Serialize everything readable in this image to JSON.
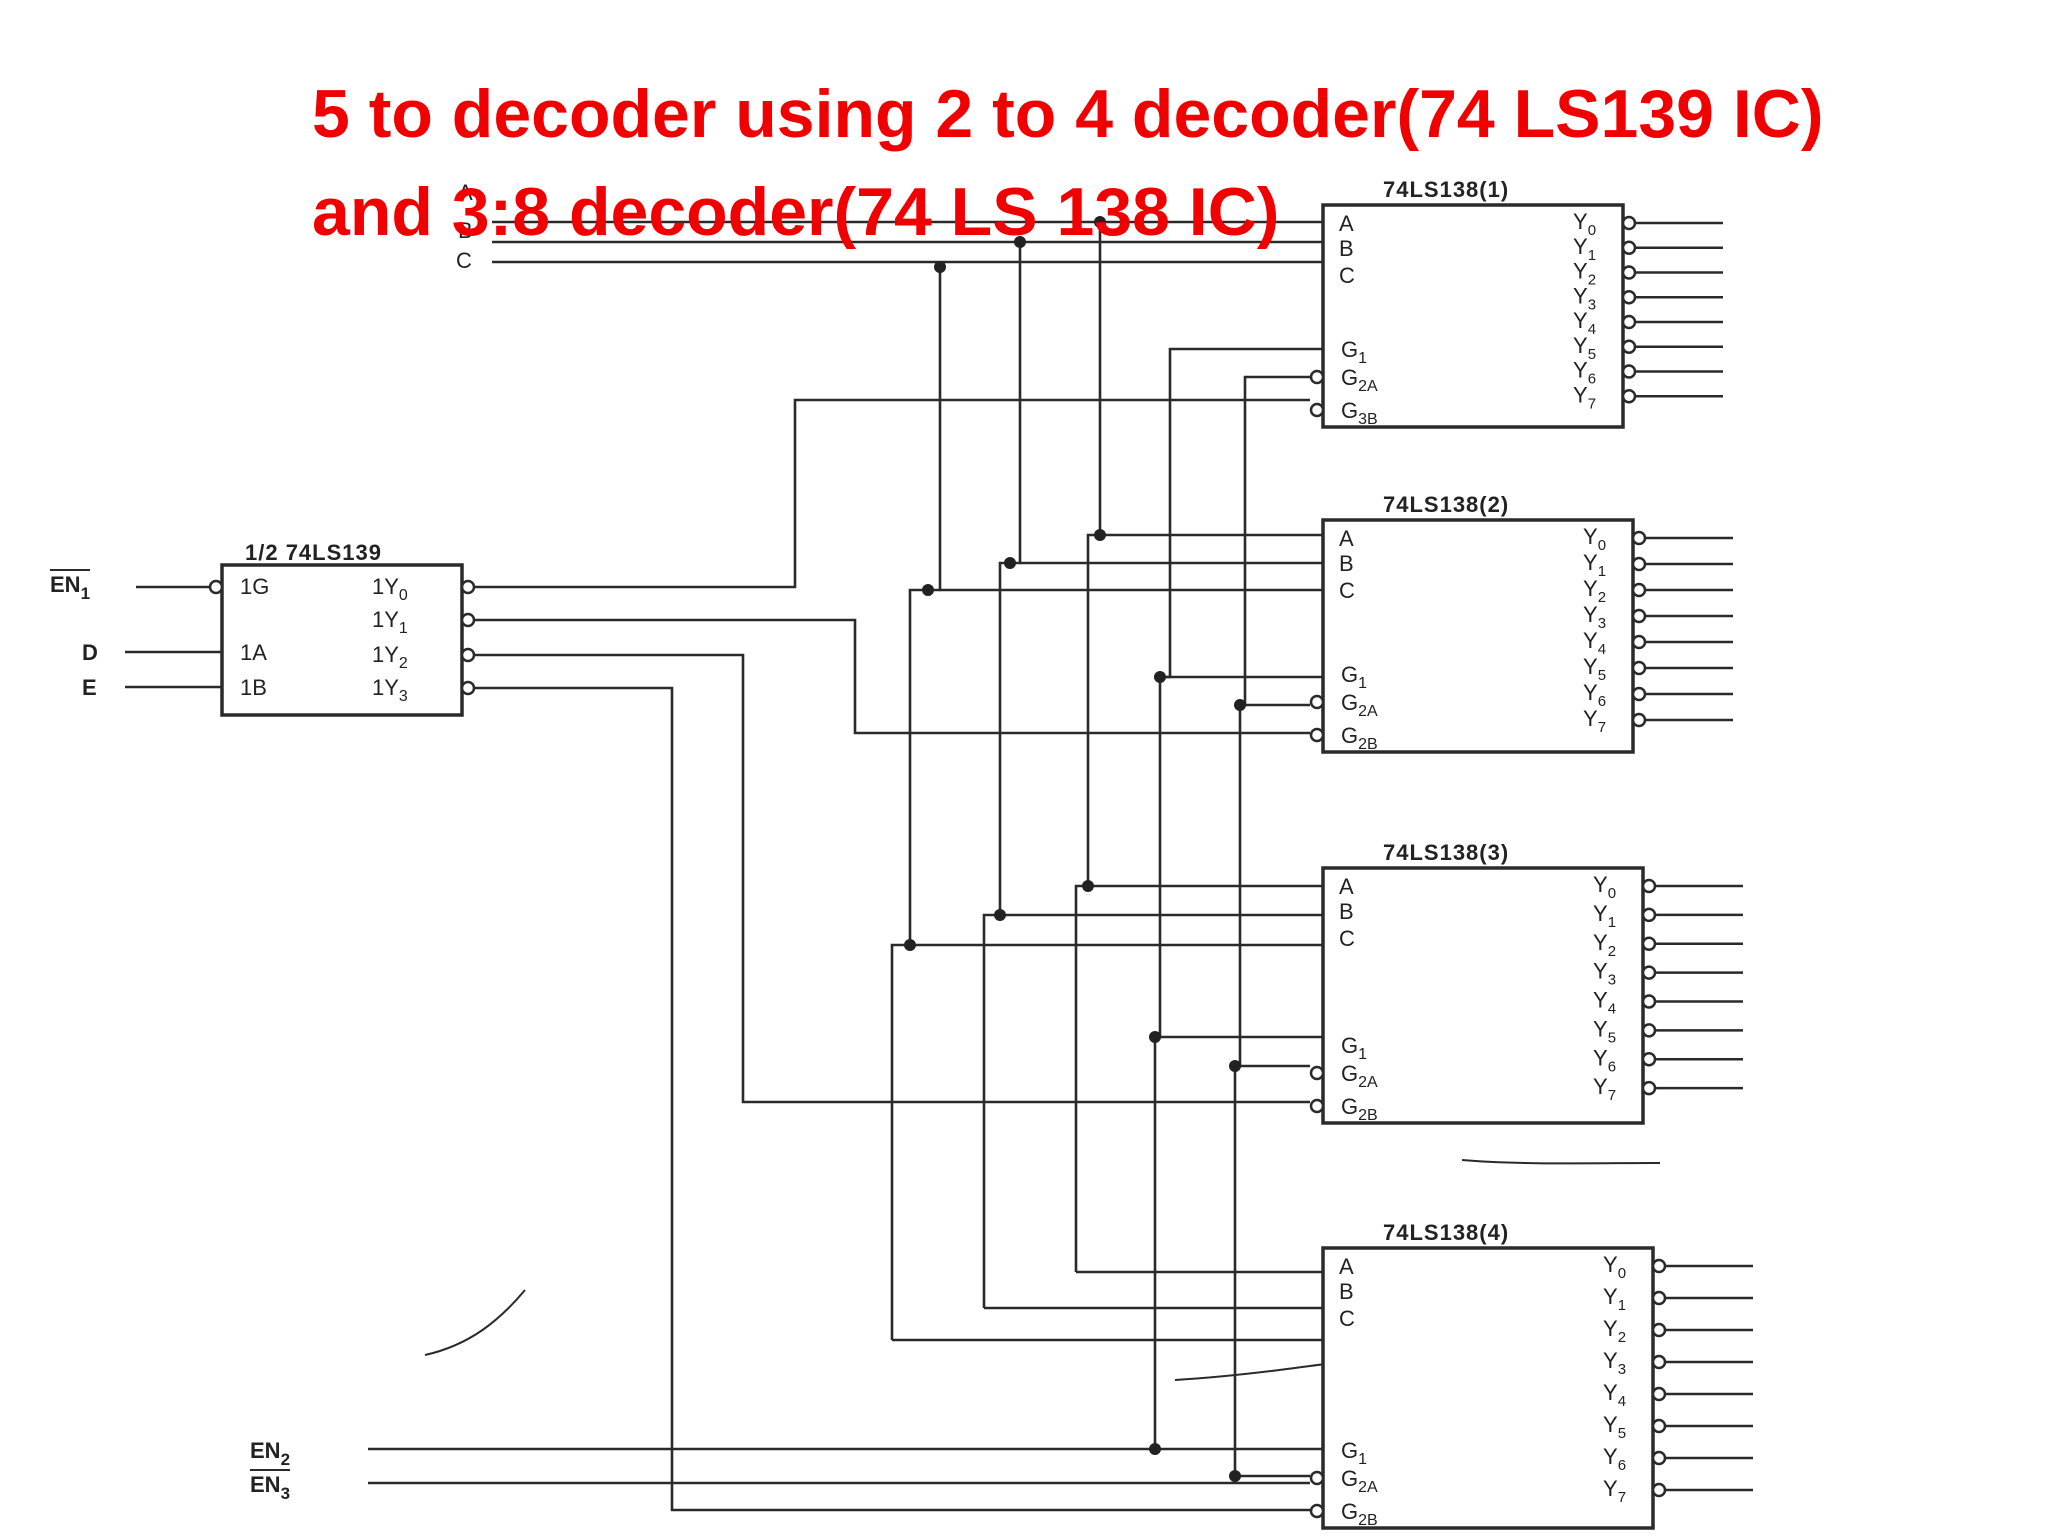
{
  "title": {
    "line1": "5 to  decoder using  2 to 4 decoder(74 LS139 IC)",
    "line2": "and  3:8 decoder(74 LS 138 IC)"
  },
  "colors": {
    "title": "#f00000",
    "ink": "#2a2a2a",
    "background": "#ffffff"
  },
  "inputs": {
    "a": "A",
    "b": "B",
    "c": "C",
    "d": "D",
    "e": "E",
    "en1": "EN",
    "en1_sub": "1",
    "en2": "EN",
    "en2_sub": "2",
    "en3": "EN",
    "en3_sub": "3"
  },
  "chip139": {
    "title": "1/2 74LS139",
    "pins_in": [
      "1G",
      "1A",
      "1B"
    ],
    "pins_out": [
      {
        "main": "1Y",
        "sub": "0"
      },
      {
        "main": "1Y",
        "sub": "1"
      },
      {
        "main": "1Y",
        "sub": "2"
      },
      {
        "main": "1Y",
        "sub": "3"
      }
    ]
  },
  "chips138": [
    {
      "title": "74LS138(1)"
    },
    {
      "title": "74LS138(2)"
    },
    {
      "title": "74LS138(3)"
    },
    {
      "title": "74LS138(4)"
    }
  ],
  "pins138": {
    "inputs": [
      "A",
      "B",
      "C"
    ],
    "enables": [
      {
        "main": "G",
        "sub": "1"
      },
      {
        "main": "G",
        "sub": "2A"
      },
      {
        "main": "G",
        "sub": "2B"
      }
    ],
    "enables_chip1": [
      {
        "main": "G",
        "sub": "1"
      },
      {
        "main": "G",
        "sub": "2A"
      },
      {
        "main": "G",
        "sub": "3B"
      }
    ],
    "outputs": [
      {
        "main": "Y",
        "sub": "0"
      },
      {
        "main": "Y",
        "sub": "1"
      },
      {
        "main": "Y",
        "sub": "2"
      },
      {
        "main": "Y",
        "sub": "3"
      },
      {
        "main": "Y",
        "sub": "4"
      },
      {
        "main": "Y",
        "sub": "5"
      },
      {
        "main": "Y",
        "sub": "6"
      },
      {
        "main": "Y",
        "sub": "7"
      }
    ]
  }
}
